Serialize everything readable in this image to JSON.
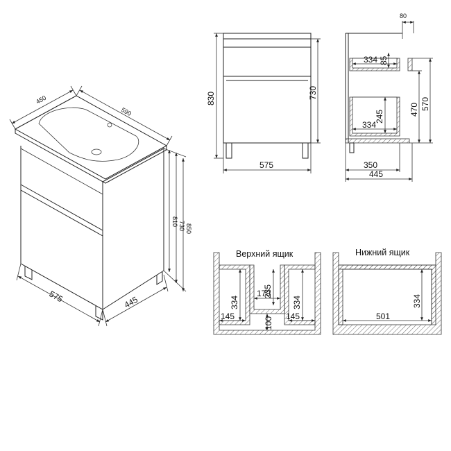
{
  "iso_view": {
    "dims": {
      "depth": "450",
      "width_top": "590",
      "h_810": "810",
      "h_730": "730",
      "h_850": "850",
      "width_base": "575",
      "depth_base": "445"
    }
  },
  "front_view": {
    "dims": {
      "height_total": "830",
      "height_body": "730",
      "width": "575"
    }
  },
  "side_view": {
    "dims": {
      "top_offset": "80",
      "upper_inner_width": "334",
      "upper_inner_height": "85",
      "lower_inner_width": "334",
      "lower_inner_height": "245",
      "h_470": "470",
      "h_570": "570",
      "inner_depth": "350",
      "depth": "445"
    }
  },
  "upper_drawer": {
    "title": "Верхний ящик",
    "dims": {
      "left_height": "334",
      "left_width": "145",
      "center_height": "235",
      "center_width": "179",
      "notch_height": "100",
      "right_height": "334",
      "right_width": "145"
    }
  },
  "lower_drawer": {
    "title": "Нижний ящик",
    "dims": {
      "width": "501",
      "height": "334"
    }
  }
}
